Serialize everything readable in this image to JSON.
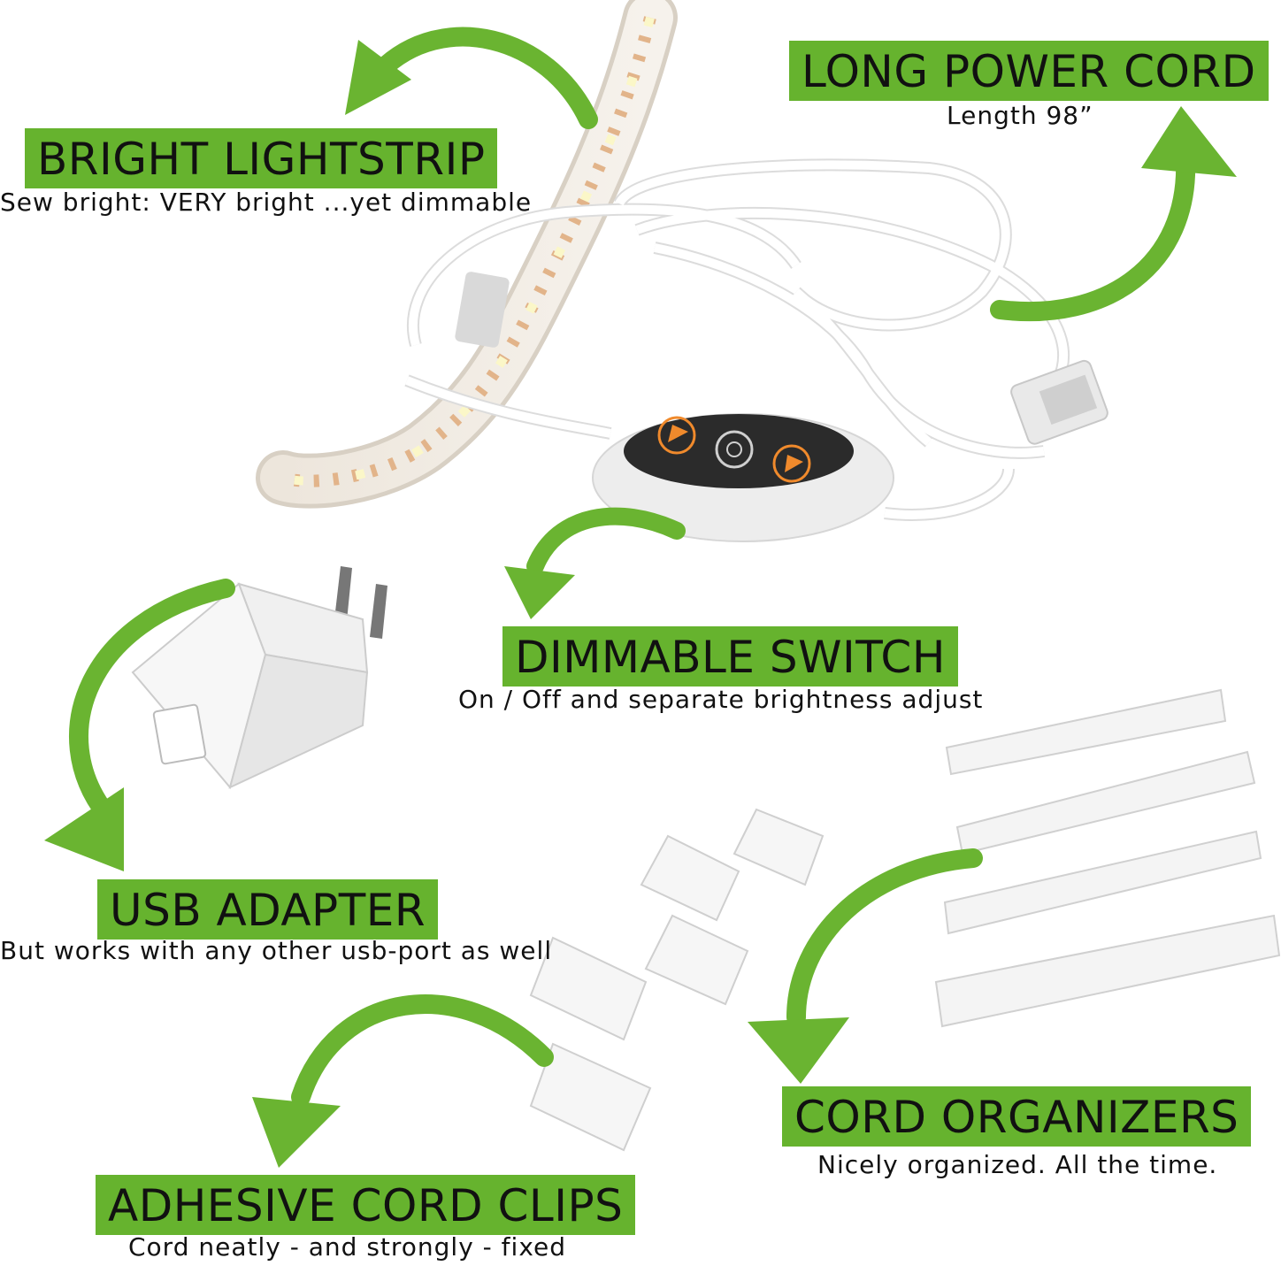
{
  "colors": {
    "accent_green": "#66b32e",
    "text": "#111111",
    "product_white": "#f4f4f4"
  },
  "features": {
    "lightstrip": {
      "title": "BRIGHT LIGHTSTRIP",
      "subtitle": "Sew bright: VERY bright ...yet dimmable"
    },
    "power_cord": {
      "title": "LONG POWER CORD",
      "subtitle": "Length 98”"
    },
    "switch": {
      "title": "DIMMABLE SWITCH",
      "subtitle": "On / Off and separate brightness adjust"
    },
    "usb_adapter": {
      "title": "USB ADAPTER",
      "subtitle": "But works with any other usb-port as well"
    },
    "cord_organizers": {
      "title": "CORD ORGANIZERS",
      "subtitle": "Nicely organized. All the time."
    },
    "cord_clips": {
      "title": "ADHESIVE CORD CLIPS",
      "subtitle": "Cord neatly - and strongly - fixed"
    }
  },
  "icons": [
    "curved-arrow-icon",
    "play-button-icon",
    "power-button-icon"
  ]
}
